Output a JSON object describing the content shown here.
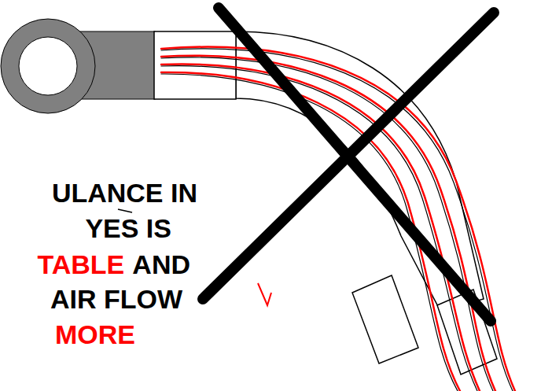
{
  "diagram": {
    "labels": [
      "ULANCE IN",
      "YES IS",
      "TABLE",
      "AND",
      "AIR FLOW",
      "MORE"
    ]
  }
}
